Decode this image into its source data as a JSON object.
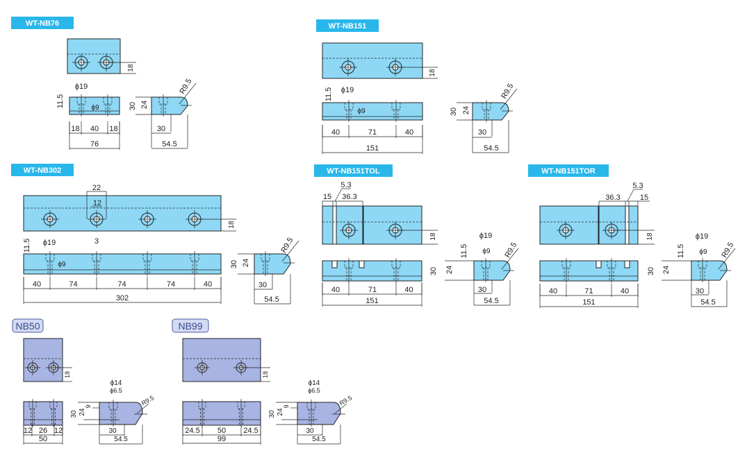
{
  "colors": {
    "label_bg": "#29B7EA",
    "part_fill": "#8ED8F5",
    "nb_fill": "#A8B4E2",
    "nb_label_bg": "#D3DAF3",
    "nb_label_border": "#4E5E9E"
  },
  "drawings": {
    "nb76": {
      "title": "WT-NB76",
      "dims": [
        "18",
        "ϕ19",
        "11.5",
        "ϕ9",
        "18",
        "40",
        "18",
        "76",
        "30",
        "24",
        "R9.5",
        "30",
        "54.5"
      ]
    },
    "nb151": {
      "title": "WT-NB151",
      "dims": [
        "18",
        "11.5",
        "ϕ19",
        "ϕ9",
        "40",
        "71",
        "40",
        "151",
        "30",
        "24",
        "R9.5",
        "30",
        "54.5"
      ]
    },
    "nb302": {
      "title": "WT-NB302",
      "dims": [
        "22",
        "12",
        "18",
        "11.5",
        "ϕ19",
        "3",
        "ϕ9",
        "40",
        "74",
        "74",
        "74",
        "40",
        "302",
        "30",
        "24",
        "R9.5",
        "30",
        "54.5"
      ]
    },
    "nb151tol": {
      "title": "WT-NB151TOL",
      "dims": [
        "5.3",
        "15",
        "36.3",
        "18",
        "40",
        "71",
        "40",
        "151",
        "ϕ19",
        "11.5",
        "ϕ9",
        "30",
        "24",
        "R9.5",
        "30",
        "54.5"
      ]
    },
    "nb151tor": {
      "title": "WT-NB151TOR",
      "dims": [
        "36.3",
        "5.3",
        "15",
        "18",
        "40",
        "71",
        "40",
        "151",
        "ϕ19",
        "11.5",
        "ϕ9",
        "30",
        "24",
        "R9.5",
        "30",
        "54.5"
      ]
    },
    "nb50": {
      "title": "NB50",
      "dims": [
        "18",
        "12",
        "26",
        "12",
        "50",
        "ϕ14",
        "ϕ6.5",
        "30",
        "24",
        "9",
        "R9.5",
        "30",
        "54.5"
      ]
    },
    "nb99": {
      "title": "NB99",
      "dims": [
        "18",
        "24.5",
        "50",
        "24.5",
        "99",
        "ϕ14",
        "ϕ6.5",
        "30",
        "24",
        "9",
        "R9.5",
        "30",
        "54.5"
      ]
    }
  }
}
